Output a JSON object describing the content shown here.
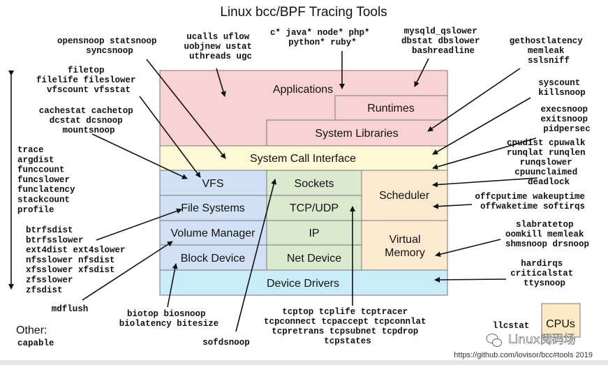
{
  "title": "Linux bcc/BPF Tracing Tools",
  "colors": {
    "applications": "#f9d3d3",
    "syscall": "#fdf8d6",
    "vfs": "#d2e0f6",
    "net": "#dbeacf",
    "scheduler": "#fde9cf",
    "drivers": "#c9ecf9",
    "cpus": "#fde9c3"
  },
  "layers": {
    "applications": "Applications",
    "runtimes": "Runtimes",
    "system_libraries": "System Libraries",
    "syscall_interface": "System Call Interface",
    "vfs": "VFS",
    "file_systems": "File Systems",
    "volume_manager": "Volume Manager",
    "block_device": "Block Device",
    "sockets": "Sockets",
    "tcp_udp": "TCP/UDP",
    "ip": "IP",
    "net_device": "Net Device",
    "scheduler": "Scheduler",
    "virtual_memory": [
      "Virtual",
      "Memory"
    ],
    "device_drivers": "Device Drivers",
    "cpus": "CPUs"
  },
  "tools": {
    "opensnoop": [
      "opensnoop statsnoop",
      "syncsnoop"
    ],
    "ucalls": [
      "ucalls uflow",
      "uobjnew ustat",
      "uthreads ugc"
    ],
    "lang": [
      "c* java* node* php*",
      "python* ruby*"
    ],
    "mysql": [
      "mysqld_qslower",
      "dbstat dbslower",
      "bashreadline"
    ],
    "gethost": [
      "gethostlatency",
      "memleak",
      "sslsniff"
    ],
    "filetop": [
      "filetop",
      "filelife fileslower",
      "vfscount vfsstat"
    ],
    "syscount": [
      "syscount",
      "killsnoop"
    ],
    "cachestat": [
      "cachestat cachetop",
      "dcstat dcsnoop",
      "mountsnoop"
    ],
    "execsnoop": [
      "execsnoop",
      "exitsnoop",
      "pidpersec"
    ],
    "trace": [
      "trace",
      "argdist",
      "funccount",
      "funcslower",
      "funclatency",
      "stackcount",
      "profile"
    ],
    "cpudist": [
      "cpudist cpuwalk",
      "runqlat runqlen",
      "runqslower",
      "cpuunclaimed",
      "deadlock"
    ],
    "offcpu": [
      "offcputime wakeuptime",
      "offwaketime softirqs"
    ],
    "btrfs": [
      "btrfsdist",
      "btrfsslower",
      "ext4dist ext4slower",
      "nfsslower nfsdist",
      "xfsslower xfsdist",
      "zfsslower",
      "zfsdist"
    ],
    "slabratetop": [
      "slabratetop",
      "oomkill memleak",
      "shmsnoop drsnoop"
    ],
    "hardirqs": [
      "hardirqs",
      "criticalstat",
      "ttysnoop"
    ],
    "mdflush": [
      "mdflush"
    ],
    "biotop": [
      "biotop biosnoop",
      "biolatency bitesize"
    ],
    "sofdsnoop": [
      "sofdsnoop"
    ],
    "tcptop": [
      "tcptop tcplife tcptracer",
      "tcpconnect tcpaccept tcpconnlat",
      "tcpretrans tcpsubnet tcpdrop",
      "tcpstates"
    ],
    "llcstat": [
      "llcstat"
    ]
  },
  "other": {
    "label": "Other:",
    "tools": [
      "capable"
    ]
  },
  "footer": "https://github.com/iovisor/bcc#tools 2019",
  "watermark": "Linux阅码场"
}
